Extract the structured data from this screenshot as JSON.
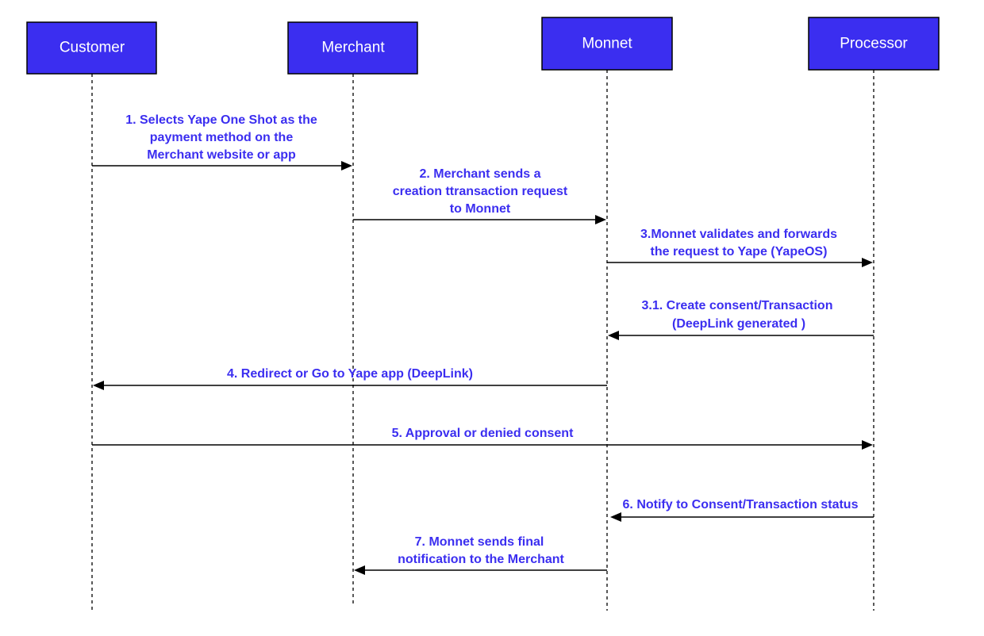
{
  "colors": {
    "actor_fill": "#3b2ef0",
    "actor_text": "#ffffff",
    "message_text": "#3b2ef0",
    "line": "#000000"
  },
  "actors": [
    {
      "id": "customer",
      "label": "Customer"
    },
    {
      "id": "merchant",
      "label": "Merchant"
    },
    {
      "id": "monnet",
      "label": "Monnet"
    },
    {
      "id": "processor",
      "label": "Processor"
    }
  ],
  "messages": [
    {
      "from": "customer",
      "to": "merchant",
      "lines": [
        "1. Selects Yape One Shot as the",
        "payment method on the",
        "Merchant website or app"
      ]
    },
    {
      "from": "merchant",
      "to": "monnet",
      "lines": [
        "2. Merchant sends a",
        "creation ttransaction request",
        "to Monnet"
      ]
    },
    {
      "from": "monnet",
      "to": "processor",
      "lines": [
        "3.Monnet validates and forwards",
        "the request to Yape (YapeOS)"
      ]
    },
    {
      "from": "processor",
      "to": "monnet",
      "lines": [
        "3.1. Create consent/Transaction",
        "(DeepLink generated )"
      ]
    },
    {
      "from": "monnet",
      "to": "customer",
      "lines": [
        "4. Redirect or Go to Yape app (DeepLink)"
      ]
    },
    {
      "from": "customer",
      "to": "processor",
      "lines": [
        "5. Approval or denied  consent"
      ]
    },
    {
      "from": "processor",
      "to": "monnet",
      "lines": [
        "6. Notify to Consent/Transaction status"
      ]
    },
    {
      "from": "monnet",
      "to": "merchant",
      "lines": [
        "7. Monnet sends final",
        "notification to the Merchant"
      ]
    }
  ]
}
